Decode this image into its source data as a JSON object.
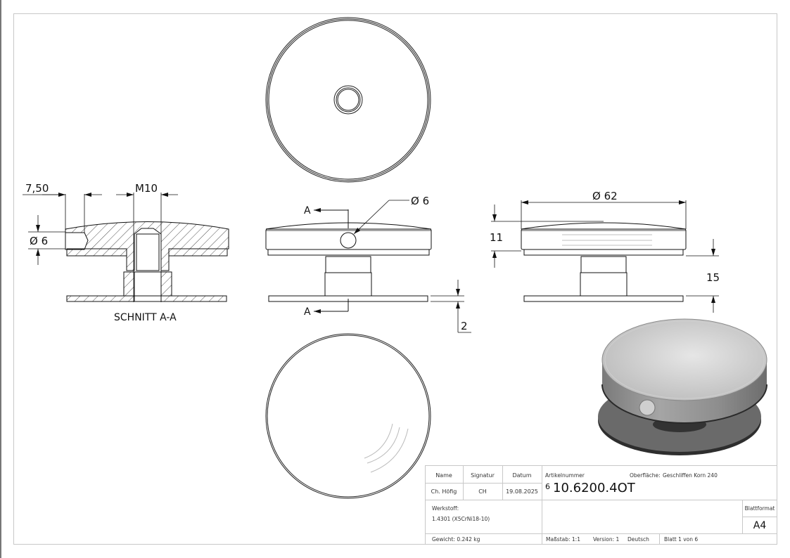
{
  "drawing": {
    "section_label": "SCHNITT A-A",
    "section_marker": "A",
    "dimensions": {
      "offset_7_50": "7,50",
      "thread": "M10",
      "hole_dia_section": "Ø 6",
      "hole_dia_front": "Ø 6",
      "outer_dia": "Ø 62",
      "height_11": "11",
      "height_15": "15",
      "plate_thickness": "2"
    }
  },
  "title_block": {
    "headers": {
      "name": "Name",
      "signature": "Signatur",
      "date": "Datum"
    },
    "values": {
      "name": "Ch. Höfig",
      "signature": "CH",
      "date": "19.08.2025"
    },
    "article_label": "Artikelnummer",
    "article_rev": "6",
    "article_number": "10.6200.4OT",
    "surface_label": "Oberfläche:",
    "surface_value": "Geschliffen Korn 240",
    "material_label": "Werkstoff:",
    "material_value": "1.4301 (X5CrNi18-10)",
    "sheet_format_label": "Blattformat",
    "sheet_format_value": "A4",
    "weight": "Gewicht: 0.242 kg",
    "scale": "Maßstab: 1:1",
    "version": "Version: 1",
    "language": "Deutsch",
    "sheet": "Blatt 1 von 6"
  },
  "colors": {
    "line": "#111111",
    "frame": "#bbbbbb",
    "hidden": "#aaaaaa"
  }
}
